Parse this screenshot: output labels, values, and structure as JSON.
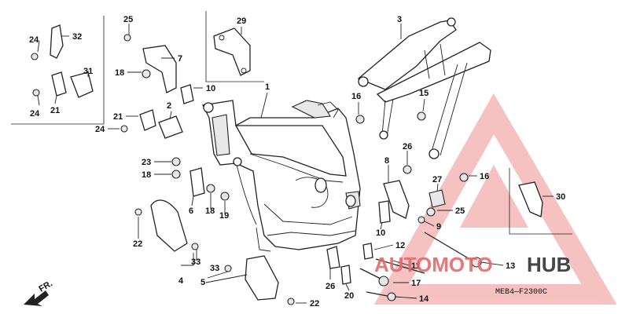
{
  "callouts": [
    "25",
    "29",
    "3",
    "24",
    "32",
    "7",
    "18",
    "10",
    "1",
    "31",
    "16",
    "15",
    "21",
    "2",
    "24",
    "21",
    "24",
    "26",
    "23",
    "8",
    "18",
    "27",
    "16",
    "30",
    "6",
    "18",
    "19",
    "25",
    "10",
    "12",
    "9",
    "22",
    "33",
    "33",
    "4",
    "5",
    "26",
    "20",
    "11",
    "17",
    "13",
    "14",
    "22"
  ],
  "direction_label": "FR.",
  "diagram_code": "MEB4—F2300C",
  "watermark": {
    "part1": "AUTOMOTO",
    "part2": "HUB",
    "color1": "#e46a6a",
    "color2": "#333333",
    "triangle_color": "#ee8f8f"
  }
}
